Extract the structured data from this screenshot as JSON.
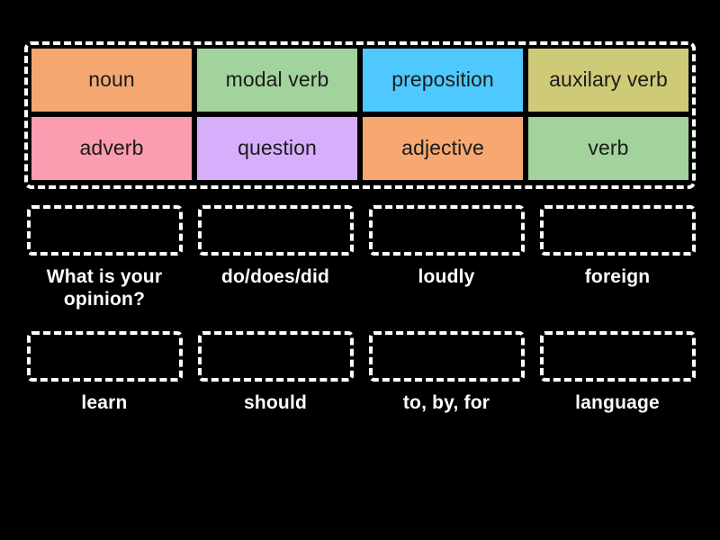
{
  "activity": {
    "type": "drag-and-drop-match-up",
    "background_color": "#000000"
  },
  "tile_bank": {
    "rows": [
      [
        {
          "label": "noun",
          "color": "#F5A771",
          "text_color": "#1b1b1b"
        },
        {
          "label": "modal verb",
          "color": "#A3D39C",
          "text_color": "#1b1b1b"
        },
        {
          "label": "preposition",
          "color": "#4FC9FD",
          "text_color": "#1b1b1b"
        },
        {
          "label": "auxilary verb",
          "color": "#CFCA77",
          "text_color": "#1b1b1b"
        }
      ],
      [
        {
          "label": "adverb",
          "color": "#FC9CB0",
          "text_color": "#1b1b1b"
        },
        {
          "label": "question",
          "color": "#D6AEFB",
          "text_color": "#1b1b1b"
        },
        {
          "label": "adjective",
          "color": "#F7A871",
          "text_color": "#1b1b1b"
        },
        {
          "label": "verb",
          "color": "#A3D39C",
          "text_color": "#1b1b1b"
        }
      ]
    ]
  },
  "answer_grid": {
    "rows": [
      [
        {
          "prompt": "What is your opinion?",
          "dropped_tile": ""
        },
        {
          "prompt": "do/does/did",
          "dropped_tile": ""
        },
        {
          "prompt": "loudly",
          "dropped_tile": ""
        },
        {
          "prompt": "foreign",
          "dropped_tile": ""
        }
      ],
      [
        {
          "prompt": "learn",
          "dropped_tile": ""
        },
        {
          "prompt": "should",
          "dropped_tile": ""
        },
        {
          "prompt": "to, by, for",
          "dropped_tile": ""
        },
        {
          "prompt": "language",
          "dropped_tile": ""
        }
      ]
    ]
  }
}
